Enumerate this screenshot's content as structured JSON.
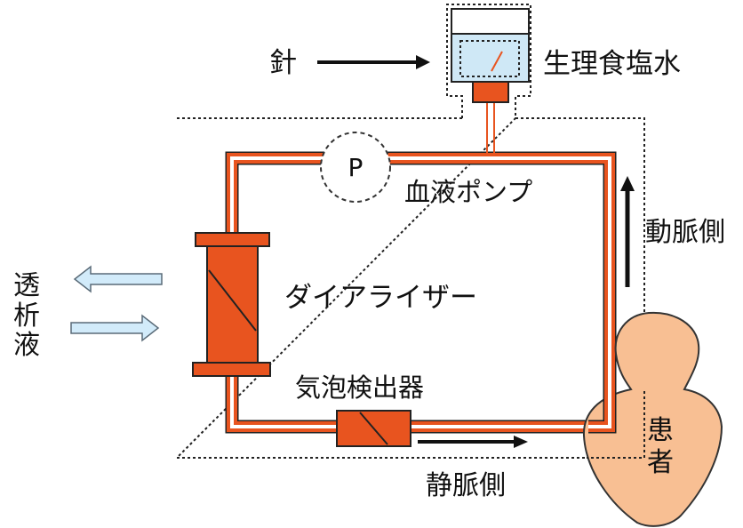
{
  "labels": {
    "needle": "針",
    "saline": "生理食塩水",
    "pump_symbol": "P",
    "blood_pump": "血液ポンプ",
    "arterial_side": "動脈側",
    "dialyzer": "ダイアライザー",
    "dialysate": [
      "透",
      "析",
      "液"
    ],
    "bubble_detector": "気泡検出器",
    "venous_side": "静脈側",
    "patient": [
      "患",
      "者"
    ]
  },
  "colors": {
    "tube": "#e8541f",
    "tube_inner": "#ffffff",
    "component_fill": "#e8541f",
    "outline": "#222222",
    "saline_liquid": "#cfe8f6",
    "dialysate_arrow_fill": "#d2ebfa",
    "dialysate_arrow_stroke": "#5a6b78",
    "patient_fill": "#f8bf93",
    "patient_stroke": "#333333",
    "dotted_box": "#222222",
    "arrow": "#111111",
    "text": "#111111"
  },
  "icons": {
    "needle_arrow": "arrow-right",
    "pump": "circle-p",
    "arterial_flow": "arrow-up",
    "venous_flow": "arrow-right",
    "dialysate_out": "block-arrow-left",
    "dialysate_in": "block-arrow-right"
  }
}
